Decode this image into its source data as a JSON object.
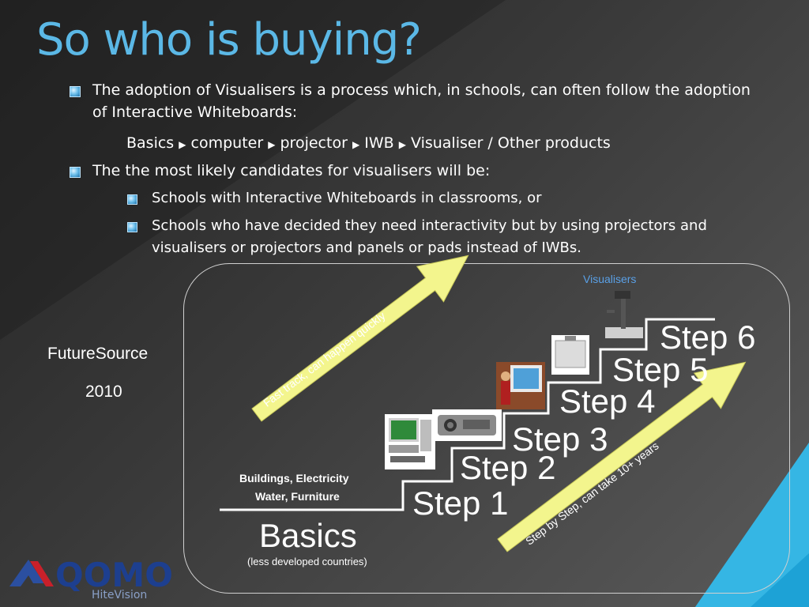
{
  "slide": {
    "title": "So who is buying?",
    "bullets": [
      "The adoption of Visualisers is a process which, in schools, can often follow the adoption",
      "of Interactive Whiteboards:",
      "The the most likely candidates for visualisers will be:"
    ],
    "sequence": [
      "Basics",
      "computer",
      "projector",
      "IWB",
      "Visualiser / Other products"
    ],
    "sub_bullets": [
      "Schools with Interactive Whiteboards in classrooms, or",
      "Schools who have decided they need interactivity but by using projectors and",
      "visualisers or projectors and panels or pads instead of IWBs."
    ]
  },
  "diagram": {
    "source": "FutureSource",
    "year": "2010",
    "visualisers_label": "Visualisers",
    "fast_track": "Fast track, can happen quickly",
    "step_by_step": "Step by Step, can take 10+ years",
    "basics_top1": "Buildings, Electricity",
    "basics_top2": "Water, Furniture",
    "basics": "Basics",
    "basics_sub": "(less developed countries)",
    "steps": [
      "Step 1",
      "Step 2",
      "Step 3",
      "Step 4",
      "Step 5",
      "Step 6"
    ]
  },
  "logo": {
    "brand": "QOMO",
    "sub": "HiteVision",
    "color": "#1d3f8f"
  },
  "colors": {
    "title": "#5bb8e6",
    "arrow": "#f3f58d",
    "accent": "#1aa6dd"
  }
}
